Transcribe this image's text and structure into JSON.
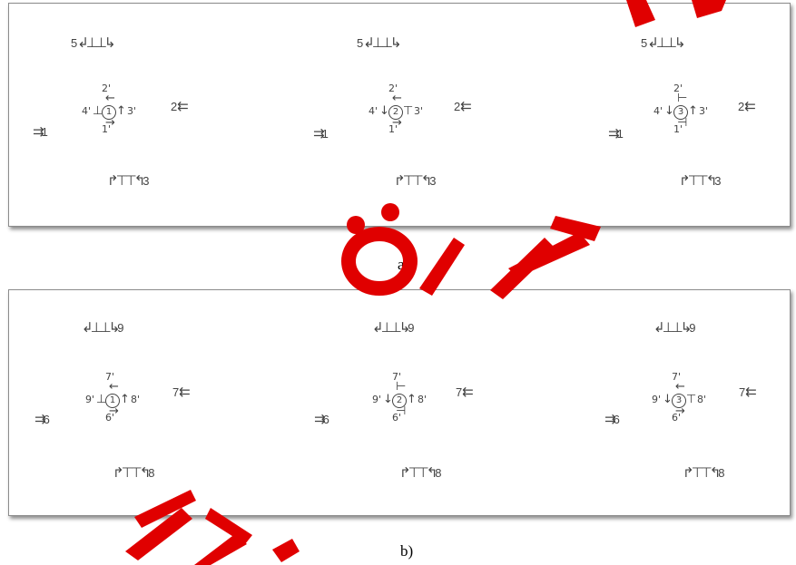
{
  "panel_a": {
    "label": "a)",
    "junctions": [
      {
        "id": "1",
        "north": "5",
        "south": "3",
        "west": "1",
        "east": "2",
        "in_n": "2'",
        "in_s": "1'",
        "in_w": "4'",
        "in_e": "3'"
      },
      {
        "id": "2",
        "north": "5",
        "south": "3",
        "west": "1",
        "east": "2",
        "in_n": "2'",
        "in_s": "1'",
        "in_w": "4'",
        "in_e": "3'"
      },
      {
        "id": "3",
        "north": "5",
        "south": "3",
        "west": "1",
        "east": "2",
        "in_n": "2'",
        "in_s": "1'",
        "in_w": "4'",
        "in_e": "3'"
      }
    ]
  },
  "panel_b": {
    "label": "b)",
    "junctions": [
      {
        "id": "1",
        "north": "9",
        "south": "8",
        "west": "6",
        "east": "7",
        "in_n": "7'",
        "in_s": "6'",
        "in_w": "9'",
        "in_e": "8'"
      },
      {
        "id": "2",
        "north": "9",
        "south": "8",
        "west": "6",
        "east": "7",
        "in_n": "7'",
        "in_s": "6'",
        "in_w": "9'",
        "in_e": "8'"
      },
      {
        "id": "3",
        "north": "9",
        "south": "8",
        "west": "6",
        "east": "7",
        "in_n": "7'",
        "in_s": "6'",
        "in_w": "9'",
        "in_e": "8'"
      }
    ]
  },
  "glyphs": {
    "north_lanes": "↲⊥⊥↳",
    "south_lanes": "↱⊤⊤↰",
    "west_lanes": "⇉",
    "east_lanes": "⇇"
  },
  "colors": {
    "watermark": "#e00000",
    "border": "#8c8c8c"
  }
}
